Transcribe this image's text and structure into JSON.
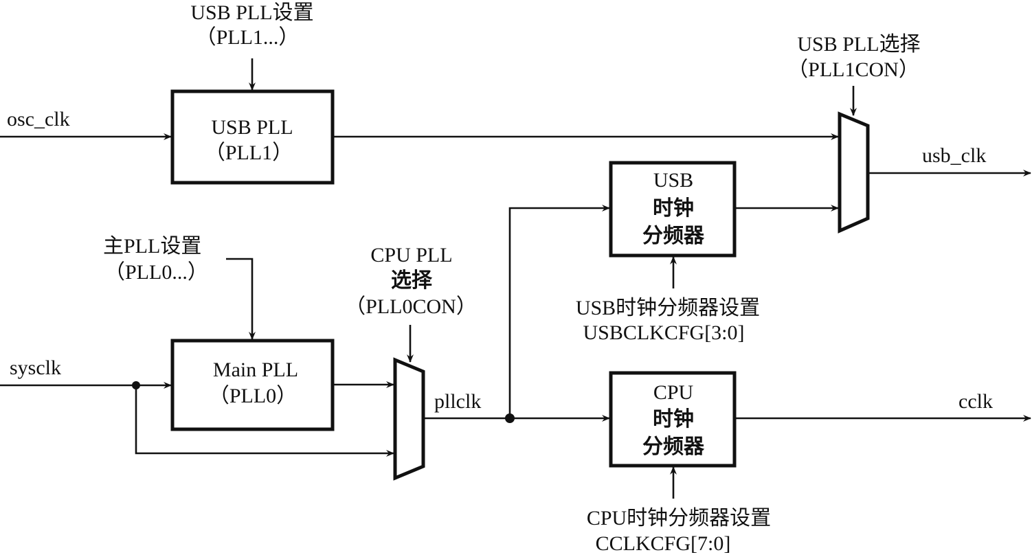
{
  "diagram": {
    "inputs": {
      "osc_clk": "osc_clk",
      "sysclk": "sysclk"
    },
    "outputs": {
      "usb_clk": "usb_clk",
      "cclk": "cclk"
    },
    "internal_signals": {
      "pllclk": "pllclk"
    },
    "blocks": {
      "usb_pll": {
        "line1": "USB PLL",
        "line2": "（PLL1）"
      },
      "main_pll": {
        "line1": "Main PLL",
        "line2": "（PLL0）"
      },
      "usb_divider": {
        "line1": "USB",
        "line2": "时钟",
        "line3": "分频器"
      },
      "cpu_divider": {
        "line1": "CPU",
        "line2": "时钟",
        "line3": "分频器"
      }
    },
    "muxes": {
      "usb_pll_select": {
        "line1": "USB PLL选择",
        "line2": "（PLL1CON）"
      },
      "cpu_pll_select": {
        "line1": "CPU PLL",
        "line2": "选择",
        "line3": "（PLL0CON）"
      }
    },
    "config_labels": {
      "usb_pll_setting": {
        "line1": "USB PLL设置",
        "line2": "（PLL1...）"
      },
      "main_pll_setting": {
        "line1": "主PLL设置",
        "line2": "（PLL0...）"
      },
      "usb_divider_setting": {
        "line1": "USB时钟分频器设置",
        "line2": "USBCLKCFG[3:0]"
      },
      "cpu_divider_setting": {
        "line1": "CPU时钟分频器设置",
        "line2": "CCLKCFG[7:0]"
      }
    }
  }
}
